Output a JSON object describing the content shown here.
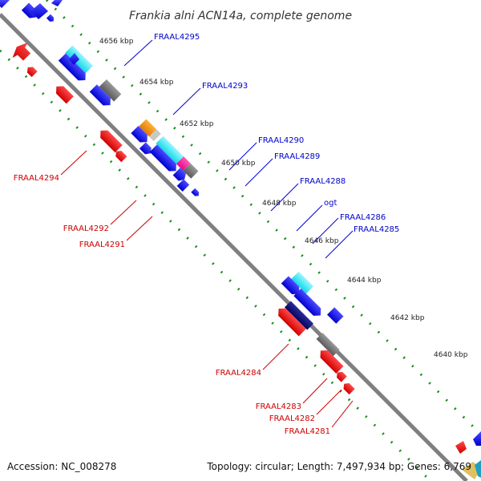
{
  "title": "Frankia alni ACN14a, complete genome",
  "accession": "Accession: NC_008278",
  "summary": "Topology: circular; Length: 7,497,934 bp; Genes: 6,769",
  "ticks": [
    "4656 kbp",
    "4654 kbp",
    "4652 kbp",
    "4650 kbp",
    "4648 kbp",
    "4646 kbp",
    "4644 kbp",
    "4642 kbp",
    "4640 kbp"
  ],
  "forward_labels": [
    "FRAAL4295",
    "FRAAL4293",
    "FRAAL4290",
    "FRAAL4289",
    "FRAAL4288",
    "ogt",
    "FRAAL4286",
    "FRAAL4285"
  ],
  "reverse_labels": [
    "FRAAL4294",
    "FRAAL4292",
    "FRAAL4291",
    "FRAAL4284",
    "FRAAL4283",
    "FRAAL4282",
    "FRAAL4281"
  ],
  "colors": {
    "forward_gene": "#0000e0",
    "reverse_gene": "#e00000",
    "cyan_feature": "#30e6f0",
    "gray_feature": "#707070",
    "orange_feature": "#f08c00",
    "magenta_feature": "#f01a9a",
    "navy_feature": "#0a0a70",
    "backbone": "#808080",
    "tick_dots": "#1a8c1a"
  }
}
